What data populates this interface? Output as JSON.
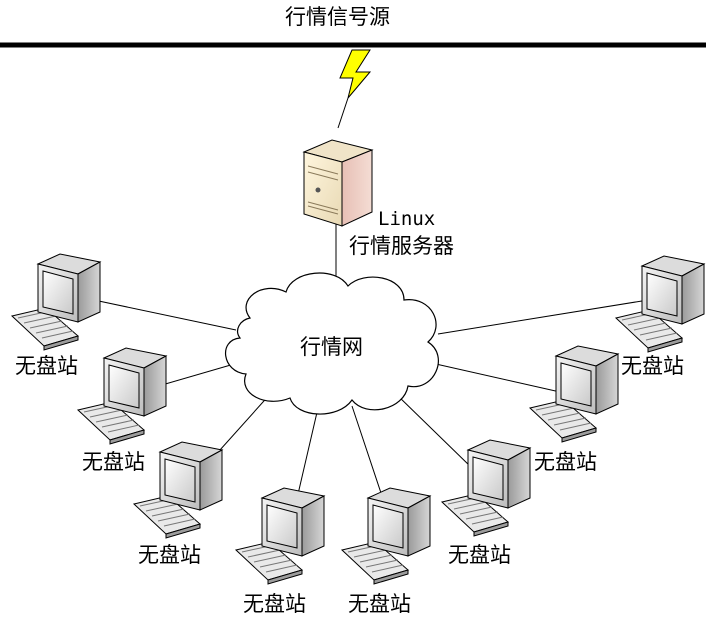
{
  "source_label": "行情信号源",
  "server": {
    "line1": "Linux",
    "line2": "行情服务器"
  },
  "network_label": "行情网",
  "workstations": [
    {
      "label": "无盘站"
    },
    {
      "label": "无盘站"
    },
    {
      "label": "无盘站"
    },
    {
      "label": "无盘站"
    },
    {
      "label": "无盘站"
    },
    {
      "label": "无盘站"
    },
    {
      "label": "无盘站"
    },
    {
      "label": "无盘站"
    }
  ]
}
